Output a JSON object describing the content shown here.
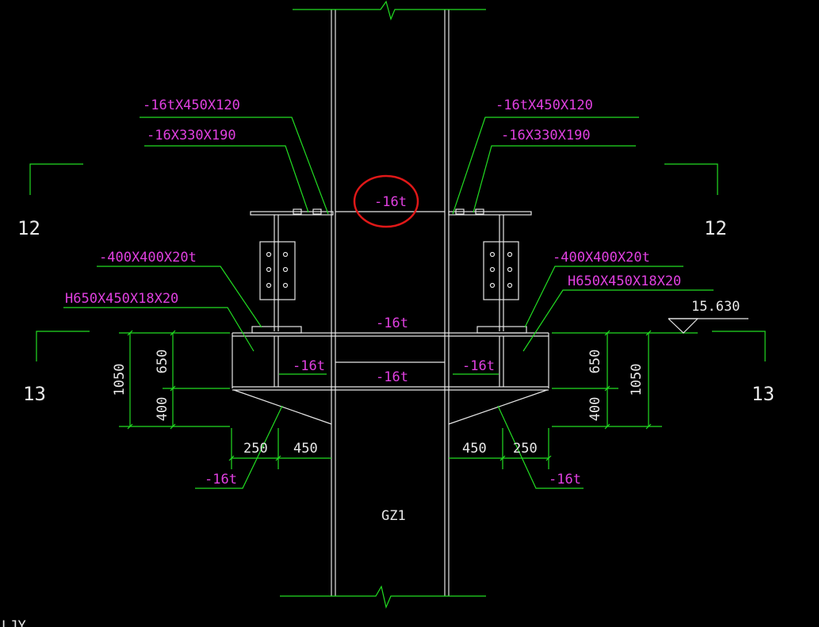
{
  "labels": {
    "top_left_1": "-16tX450X120",
    "top_left_2": "-16X330X190",
    "top_right_1": "-16tX450X120",
    "top_right_2": "-16X330X190",
    "circled_plate": "-16t",
    "mid_left_1": "-400X400X20t",
    "mid_left_2": "H650X450X18X20",
    "mid_right_1": "-400X400X20t",
    "mid_right_2": "H650X450X18X20",
    "center_1": "-16t",
    "center_2": "-16t",
    "stiff_left": "-16t",
    "stiff_right": "-16t",
    "bottom_left": "-16t",
    "bottom_right": "-16t",
    "column": "GZ1",
    "elevation": "15.630",
    "corner": "LJY"
  },
  "section_marks": {
    "left_top": "12",
    "right_top": "12",
    "left_bottom": "13",
    "right_bottom": "13"
  },
  "dimensions": {
    "left_total": "1050",
    "left_upper": "650",
    "left_lower": "400",
    "right_total": "1050",
    "right_upper": "650",
    "right_lower": "400",
    "left_h1": "250",
    "left_h2": "450",
    "right_h1": "450",
    "right_h2": "250"
  },
  "colors": {
    "background": "#000000",
    "leader_lines": "#22dd22",
    "annotation_text": "#e040e0",
    "geometry": "#e6e6e6",
    "highlight_circle": "#e01818"
  }
}
